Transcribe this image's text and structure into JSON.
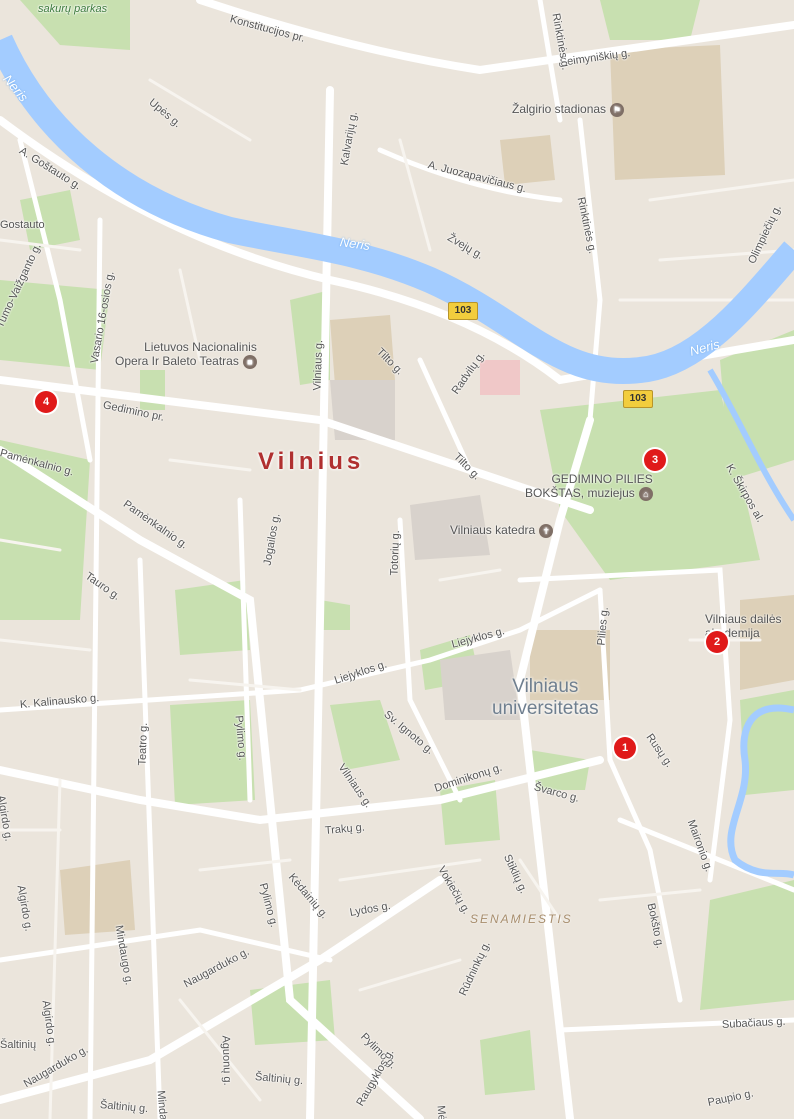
{
  "map": {
    "city_label": "Vilnius",
    "university_label_line1": "Vilniaus",
    "university_label_line2": "universitetas",
    "district_label": "SENAMIESTIS",
    "colors": {
      "land": "#ebe5dc",
      "water": "#a3ccff",
      "park": "#c8e0b0",
      "road": "#ffffff",
      "marker": "#e01a1a",
      "highway_shield": "#f2cd3d"
    },
    "water_labels": [
      "Neris",
      "Neris",
      "Neris"
    ],
    "park_labels": [
      "sakurų parkas"
    ],
    "highway_shields": [
      "103",
      "103"
    ],
    "streets": [
      "Konstitucijos pr.",
      "Šeimyniškių g.",
      "Rinktinės g.",
      "Rinktinės g.",
      "Upės g.",
      "Kalvarijų g.",
      "A. Goštauto g.",
      "A. Juozapavičiaus g.",
      "Žvejų g.",
      "Olimpiečių g.",
      "Tumo-Vaižganto g.",
      "Vasario 16-osios g.",
      "Tilto g.",
      "Tilto g.",
      "Radvilų g.",
      "Gedimino pr.",
      "Vilniaus g.",
      "Pamėnkalnio g.",
      "Pamėnkalnio g.",
      "Jogailos g.",
      "Totorių g.",
      "K. Škirpos al.",
      "Tauro g.",
      "Liejyklos g.",
      "Liejyklos g.",
      "Pilies g.",
      "K. Kalinausko g.",
      "Sv. Ignoto g.",
      "Teatro g.",
      "Pylimo g.",
      "Vilniaus g.",
      "Rusų g.",
      "Dominikonų g.",
      "Švarco g.",
      "Maironio g.",
      "Algirdo g.",
      "Algirdo g.",
      "Algirdo g.",
      "Mindaugo g.",
      "Trakų g.",
      "Kėdainių g.",
      "Pylimo g.",
      "Lydos g.",
      "Stiklių g.",
      "Vokiečių g.",
      "Bokšto g.",
      "Naugarduko g.",
      "Naugarduko g.",
      "Aguonų g.",
      "Pylimo g.",
      "Rūdninkų g.",
      "Subačiaus g.",
      "Šaltinių g.",
      "Šaltinių g.",
      "Raugyklos g.",
      "Paupio g.",
      "Mindaugo g.",
      "Mėsinių g.",
      "Šaltinių",
      "Gostauto"
    ],
    "pois": [
      {
        "name": "Žalgirio stadionas",
        "icon": "stadium-icon"
      },
      {
        "line1": "Lietuvos Nacionalinis",
        "line2": "Opera Ir Baleto Teatras",
        "icon": "theater-icon"
      },
      {
        "line1": "GEDIMINO PILIES",
        "line2": "BOKŠTAS, muziejus",
        "icon": "museum-icon"
      },
      {
        "name": "Vilniaus katedra",
        "icon": "church-icon"
      },
      {
        "line1": "Vilniaus dailės",
        "line2": "akademija",
        "icon": "school-icon"
      }
    ],
    "markers": [
      "1",
      "2",
      "3",
      "4"
    ]
  }
}
